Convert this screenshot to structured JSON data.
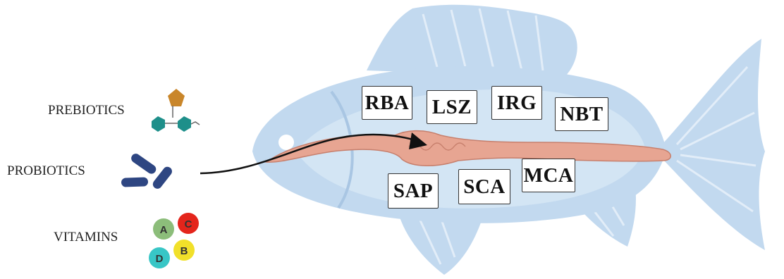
{
  "supplements": {
    "prebiotics": "PREBIOTICS",
    "probiotics": "PROBIOTICS",
    "vitamins": "VITAMINS"
  },
  "vitamin_letters": {
    "a": "A",
    "b": "B",
    "c": "C",
    "d": "D"
  },
  "markers": {
    "rba": "RBA",
    "lsz": "LSZ",
    "irg": "IRG",
    "nbt": "NBT",
    "sap": "SAP",
    "sca": "SCA",
    "mca": "MCA"
  },
  "colors": {
    "fish_fill": "#c2d9ef",
    "fish_light": "#d9e8f6",
    "gut": "#e7a592",
    "prebiotic_pentagon": "#c9862a",
    "prebiotic_hexagon": "#1e8f8a",
    "probiotic_rod": "#2e4682",
    "vitamin_a": "#8cbd7a",
    "vitamin_b": "#f1e02a",
    "vitamin_c": "#e4251c",
    "vitamin_d": "#38c6c6"
  }
}
